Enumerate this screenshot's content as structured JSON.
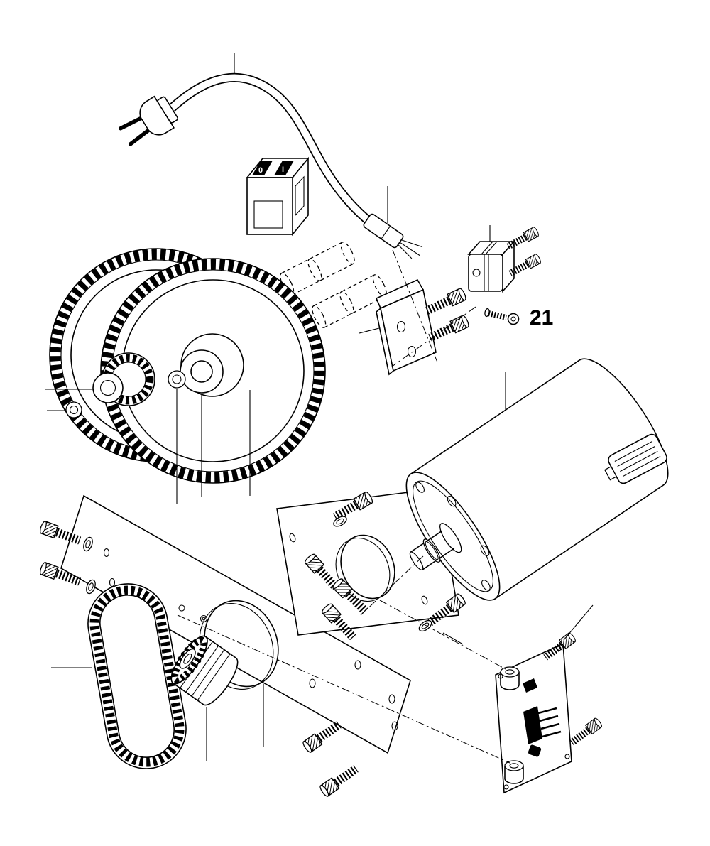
{
  "diagram": {
    "background_color": "#ffffff",
    "line_color": "#000000",
    "callout": {
      "label": "21"
    },
    "power_switch": {
      "off_mark": "0",
      "on_mark": "I"
    }
  }
}
